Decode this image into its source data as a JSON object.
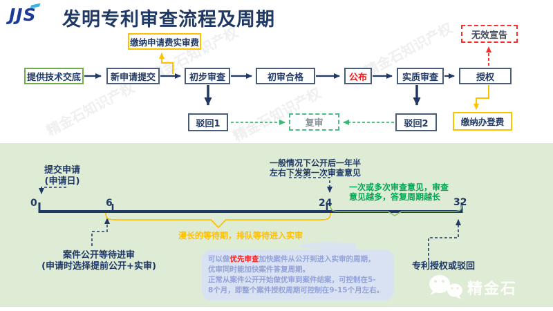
{
  "header": {
    "logo": "JJS",
    "title": "发明专利审查流程及周期"
  },
  "watermark": {
    "text": "精金石知识产权"
  },
  "flowchart": {
    "tech": "提供技术交底",
    "new_app": "新申请提交",
    "prelim": "初步审查",
    "prelim_pass": "初审合格",
    "publish": "公布",
    "substantive": "实质审查",
    "grant": "授权",
    "fee_app": "缴纳申请费实审费",
    "invalid": "无效宣告",
    "reject1": "驳回1",
    "review": "复审",
    "reject2": "驳回2",
    "fee_reg": "缴纳办登费"
  },
  "timeline": {
    "ticks": [
      "0",
      "6",
      "24",
      "32"
    ],
    "unit_note": "months",
    "submit_line1": "提交申请",
    "submit_line2": "(申请日)",
    "first_oa_line1": "一般情况下公开后一年半",
    "first_oa_line2": "左右下发第一次审查意见",
    "multi_oa_line1": "一次或多次审查意见，审查",
    "multi_oa_line2": "意见越多，答复周期越长",
    "waiting": "漫长的等待期，排队等待进入实审",
    "case_open_line1": "案件公开等待进审",
    "case_open_line2": "(申请时选择提前公开+实审)",
    "grant_label": "专利授权或驳回"
  },
  "bubble": {
    "seg1": "可以做",
    "highlight": "优先审查",
    "seg2": "加快案件从公开到进入实审的周期，",
    "seg3": "优审同时能加快案件答复周期。",
    "seg4": "正常从案件公开开始做优审到案件结案，可控制在5-",
    "seg5": "8个月，即整个案件授权周期可控制在9-15个月左右。"
  },
  "footer": {
    "brand": "精金石"
  },
  "colors": {
    "navy": "#1f3864",
    "logo_blue": "#1c3a96",
    "logo_accent": "#35b5e5",
    "yellow": "#ffc000",
    "red": "#ff2222",
    "green_border": "#70ad47",
    "green_dashed": "#4cbb7f",
    "green_text": "#00a550",
    "box_border": "#4a5d78",
    "section_bg": "#deebd5",
    "bubble_bg": "#d9e2f3",
    "bubble_text": "#93a2d8"
  }
}
